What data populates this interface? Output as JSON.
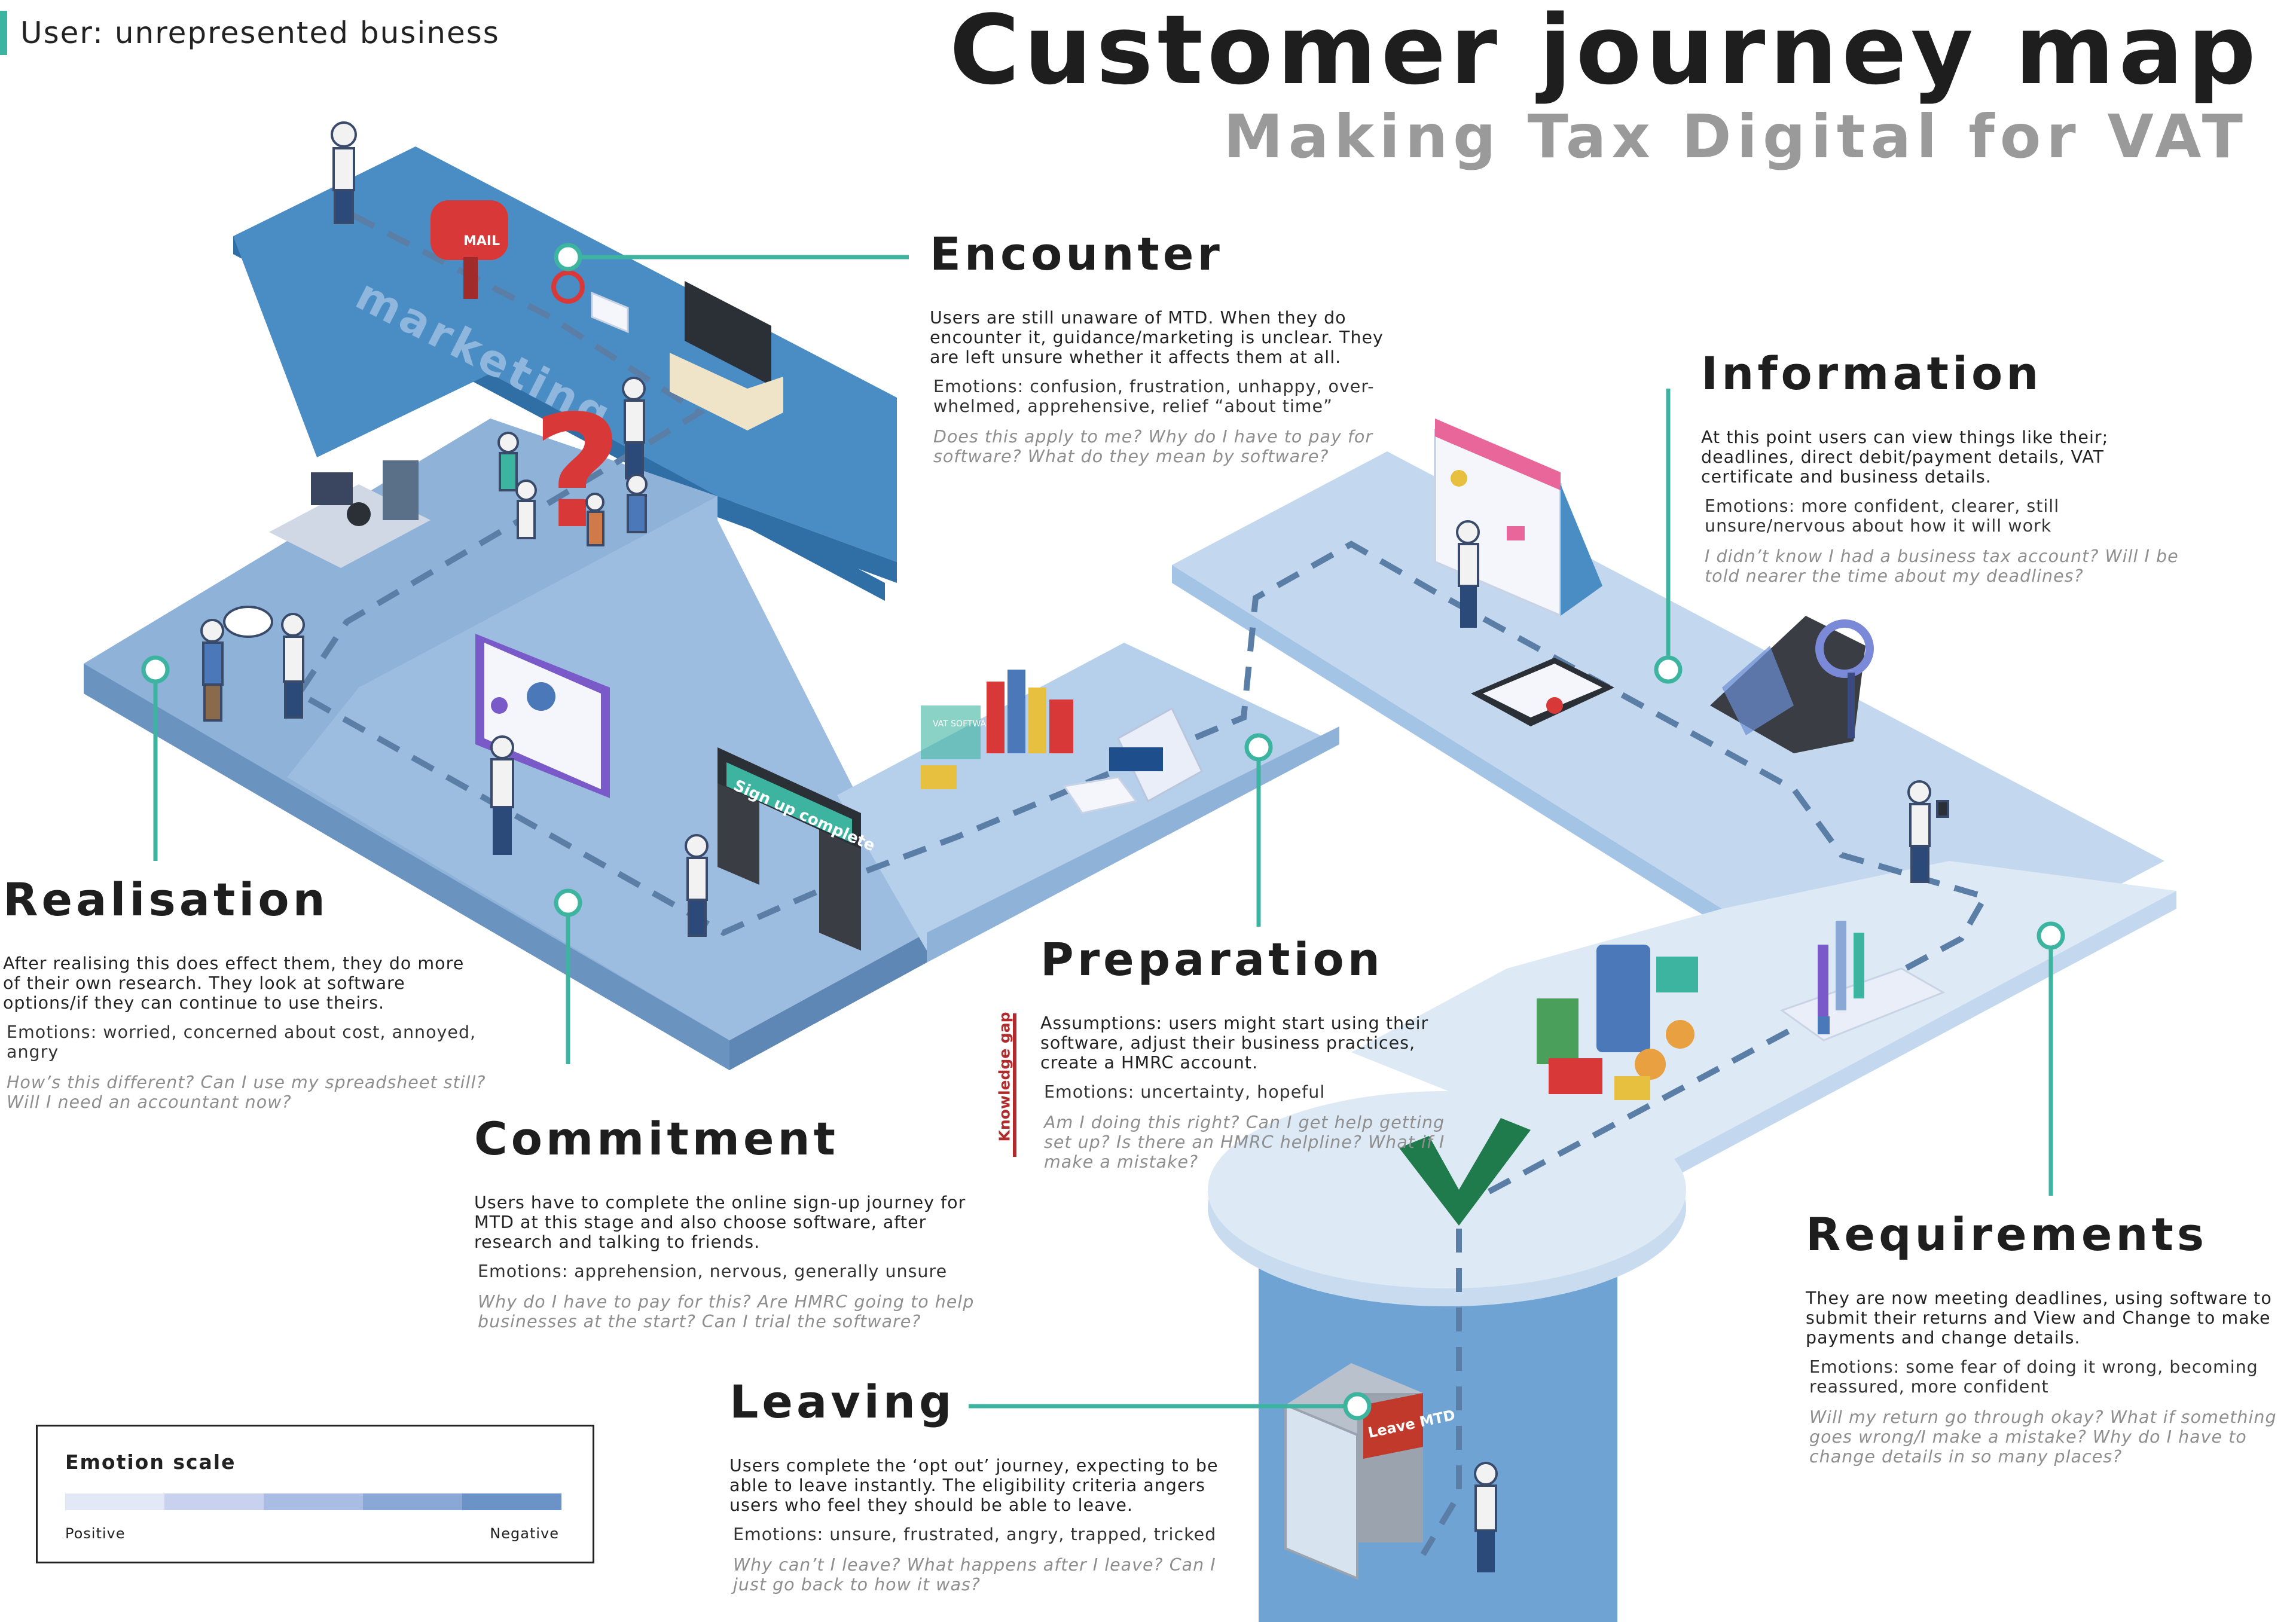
{
  "header": {
    "user_tag": "User: unrepresented business",
    "title": "Customer journey map",
    "subtitle": "Making Tax Digital for VAT"
  },
  "scene_labels": {
    "marketing": "marketing",
    "mail": "MAIL",
    "sign_up": "Sign up complete",
    "leave_mtd": "Leave MTD",
    "software": "VAT SOFTWARE"
  },
  "stages": {
    "encounter": {
      "title": "Encounter",
      "description": "Users are still unaware of MTD. When they do encounter it, guidance/marketing is unclear. They are left unsure whether it affects them at all.",
      "emotions": "Emotions: confusion, frustration, unhappy, over-whelmed, apprehensive, relief “about time”",
      "questions": "Does this apply to me? Why do I have to pay for software? What do they mean by software?"
    },
    "information": {
      "title": "Information",
      "description": "At this point users can view things like their; deadlines, direct debit/payment details, VAT certificate and business details.",
      "emotions": "Emotions: more confident, clearer, still unsure/nervous about how it will work",
      "questions": "I didn’t know I had a business tax account? Will I be told nearer the time about my deadlines?"
    },
    "realisation": {
      "title": "Realisation",
      "description": "After realising this does effect them, they do more of their own research. They look at software options/if they can continue to use theirs.",
      "emotions": "Emotions: worried, concerned about cost, annoyed, angry",
      "questions": "How’s this different? Can I use my spreadsheet still? Will I need an accountant now?"
    },
    "preparation": {
      "title": "Preparation",
      "description": "Assumptions: users might start using their software, adjust their business practices, create a HMRC account.",
      "emotions": "Emotions: uncertainty, hopeful",
      "questions": "Am I doing this right? Can I get help getting set up? Is there an HMRC helpline? What if I make a mistake?",
      "knowledge_gap": "Knowledge gap"
    },
    "commitment": {
      "title": "Commitment",
      "description": "Users have to complete the online sign-up journey for MTD at this stage and also choose software, after research and talking to friends.",
      "emotions": "Emotions: apprehension, nervous, generally unsure",
      "questions": "Why do I have to pay for this? Are HMRC going to help businesses at the start? Can I trial the software?"
    },
    "requirements": {
      "title": "Requirements",
      "description": "They are now meeting deadlines, using software to submit their returns and View and Change to make payments and change details.",
      "emotions": "Emotions: some fear of doing it wrong, becoming reassured, more confident",
      "questions": "Will my return go through okay? What if something goes wrong/I make a mistake? Why do I have to change details in so many places?"
    },
    "leaving": {
      "title": "Leaving",
      "description": "Users complete the ‘opt out’ journey, expecting to be able to leave instantly. The eligibility criteria angers users who feel they should be able to leave.",
      "emotions": "Emotions: unsure, frustrated, angry, trapped, tricked",
      "questions": "Why can’t I leave? What happens after I leave? Can I just go back to how it was?"
    }
  },
  "emotion_scale": {
    "title": "Emotion scale",
    "low_label": "Positive",
    "high_label": "Negative",
    "colors": [
      "#e3e8f6",
      "#c8d2ee",
      "#a8bce4",
      "#8aa8d6",
      "#6b93c8"
    ]
  },
  "colors": {
    "accent": "#3cb4a0",
    "knowledge_gap": "#b02b2b",
    "path_dark": "#4a8cc4",
    "path_mid": "#a3c4e4",
    "path_light": "#c3d8ee",
    "path_palest": "#dde9f4"
  }
}
